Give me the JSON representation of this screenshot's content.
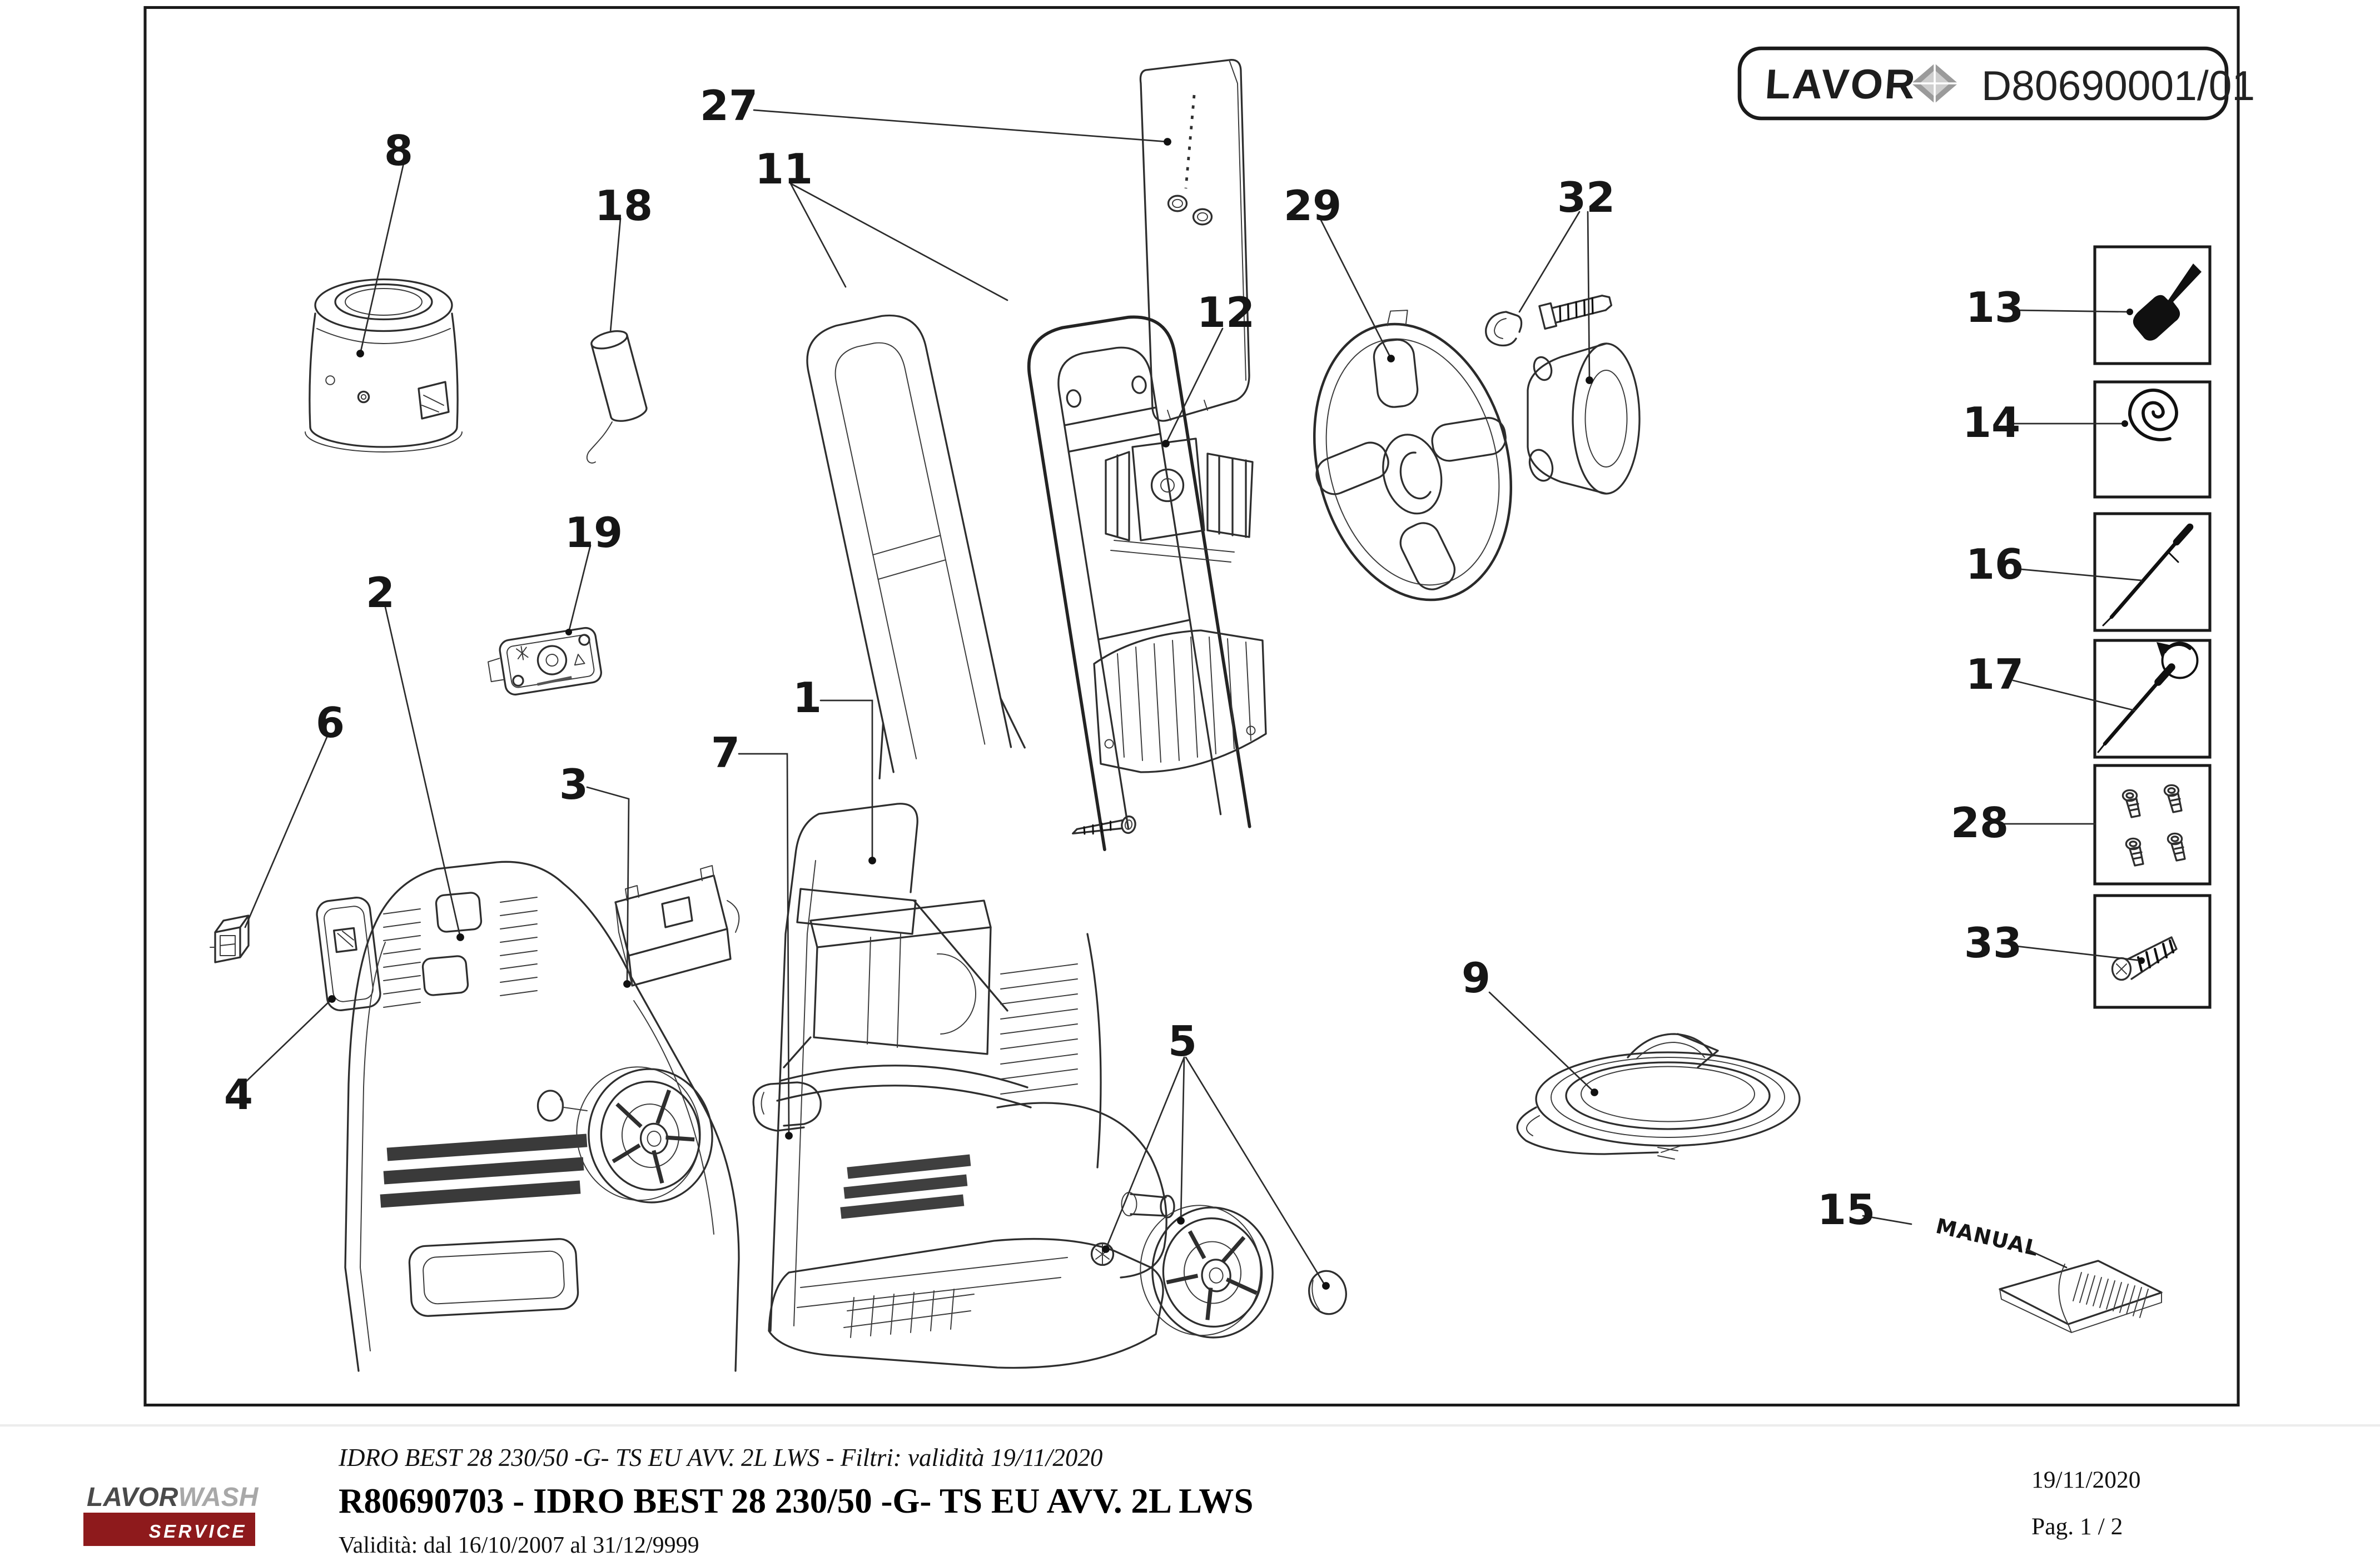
{
  "title_block": {
    "brand": "LAVOR",
    "code": "D80690001/01"
  },
  "parts": {
    "p1": "1",
    "p2": "2",
    "p3": "3",
    "p4": "4",
    "p5": "5",
    "p6": "6",
    "p7": "7",
    "p8": "8",
    "p9": "9",
    "p11": "11",
    "p12": "12",
    "p13": "13",
    "p14": "14",
    "p15": "15",
    "p16": "16",
    "p17": "17",
    "p18": "18",
    "p19": "19",
    "p27": "27",
    "p28": "28",
    "p29": "29",
    "p32": "32",
    "p33": "33"
  },
  "annotations": {
    "manual_label": "MANUAL"
  },
  "footer": {
    "model_line": "IDRO BEST 28 230/50 -G- TS EU AVV. 2L LWS - Filtri: validità 19/11/2020",
    "part_line": "R80690703 - IDRO BEST 28 230/50 -G- TS EU AVV. 2L LWS",
    "validity_line": "Validità: dal 16/10/2007 al 31/12/9999",
    "date": "19/11/2020",
    "page": "Pag. 1 / 2",
    "logo": {
      "brand_dark": "LAVOR",
      "brand_light": "WASH",
      "service": "SERVICE"
    }
  },
  "colors": {
    "accent_red": "#8e1a1c",
    "line": "#2b2b2b"
  }
}
